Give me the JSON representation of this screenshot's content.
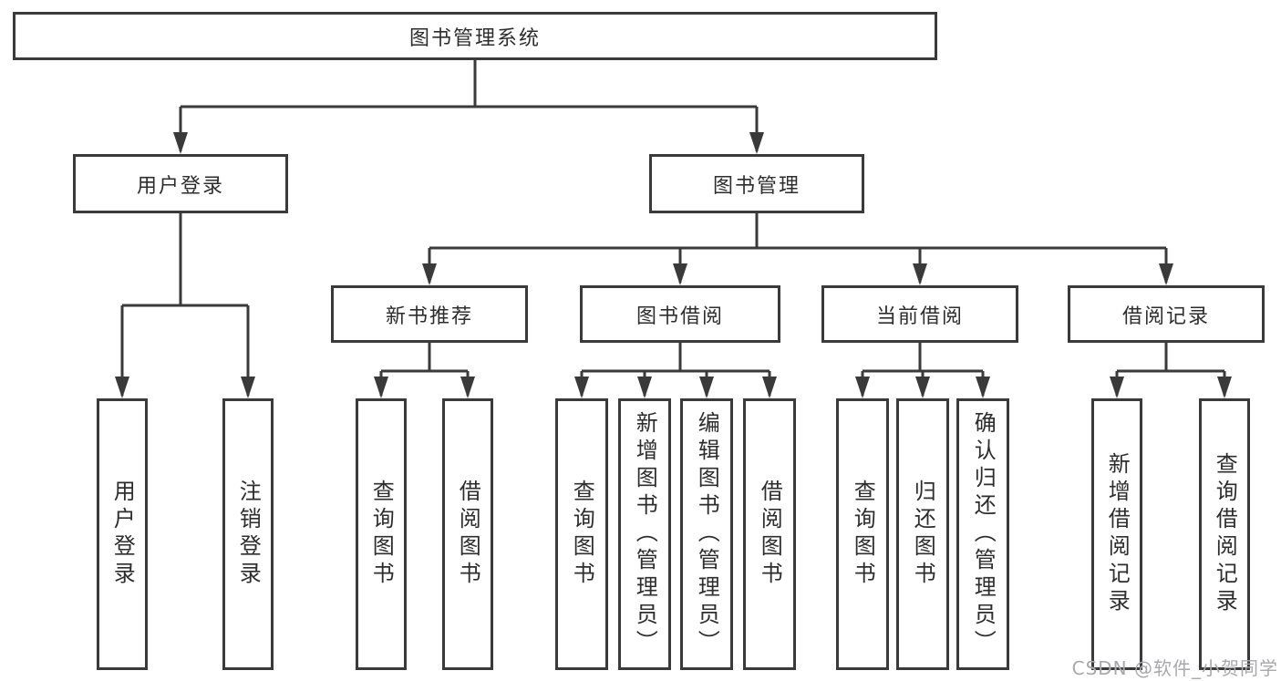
{
  "nodes": {
    "root": "图书管理系统",
    "user_login": "用户登录",
    "book_mgmt": "图书管理",
    "new_book_rec": "新书推荐",
    "book_borrow": "图书借阅",
    "current_borrow": "当前借阅",
    "borrow_records": "借阅记录",
    "leaf_user_login": "用户登录",
    "leaf_logout": "注销登录",
    "leaf_query_book_1": "查询图书",
    "leaf_borrow_book_1": "借阅图书",
    "leaf_query_book_2": "查询图书",
    "leaf_add_book": "新增图书（管理员）",
    "leaf_edit_book": "编辑图书（管理员）",
    "leaf_borrow_book_2": "借阅图书",
    "leaf_query_book_3": "查询图书",
    "leaf_return_book": "归还图书",
    "leaf_confirm_return": "确认归还（管理员）",
    "leaf_add_borrow_record": "新增借阅记录",
    "leaf_query_borrow_record": "查询借阅记录"
  },
  "hierarchy": {
    "图书管理系统": {
      "用户登录": [
        "用户登录",
        "注销登录"
      ],
      "图书管理": {
        "新书推荐": [
          "查询图书",
          "借阅图书"
        ],
        "图书借阅": [
          "查询图书",
          "新增图书（管理员）",
          "编辑图书（管理员）",
          "借阅图书"
        ],
        "当前借阅": [
          "查询图书",
          "归还图书",
          "确认归还（管理员）"
        ],
        "借阅记录": [
          "新增借阅记录",
          "查询借阅记录"
        ]
      }
    }
  },
  "watermark": "CSDN @软件_小贺同学",
  "colors": {
    "line": "#3a3a3a",
    "box_border": "#3a3a3a",
    "text": "#2d2d2d",
    "watermark": "#a9a9ad",
    "background": "#ffffff"
  }
}
